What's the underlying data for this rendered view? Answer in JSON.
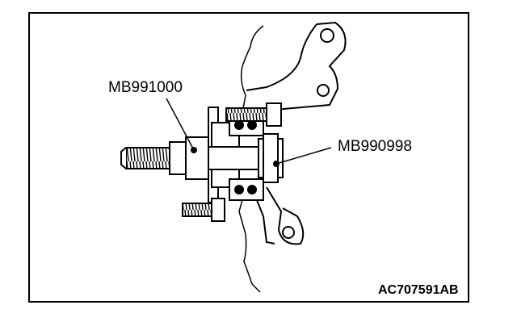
{
  "labels": {
    "tool_a": "MB991000",
    "tool_b": "MB990998",
    "figure_ref": "AC707591AB"
  },
  "colors": {
    "ink": "#000000",
    "paper": "#ffffff"
  }
}
